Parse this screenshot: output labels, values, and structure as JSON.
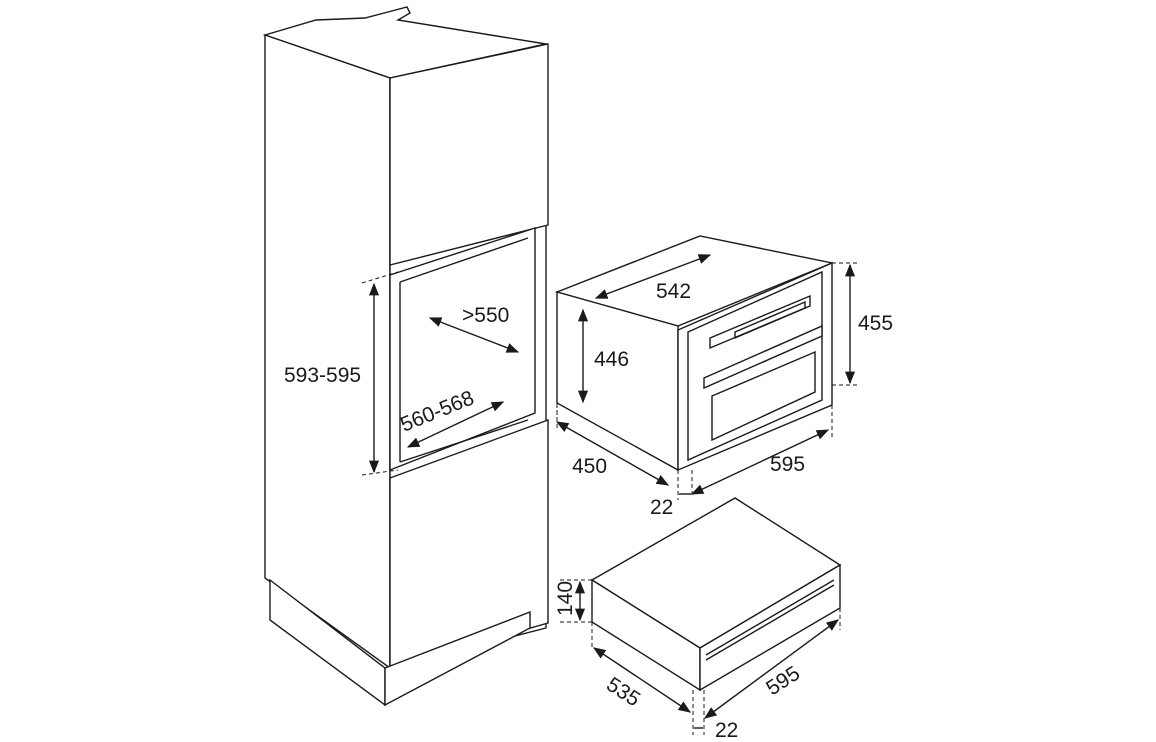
{
  "diagram": {
    "cabinet": {
      "niche_height": "593-595",
      "niche_depth": ">550",
      "niche_width": "560-568"
    },
    "oven": {
      "depth": "542",
      "body_height": "446",
      "front_height": "455",
      "body_width_depth": "450",
      "front_width": "595",
      "front_thickness": "22"
    },
    "drawer": {
      "height": "140",
      "depth": "535",
      "width": "595",
      "front_thickness": "22"
    }
  }
}
